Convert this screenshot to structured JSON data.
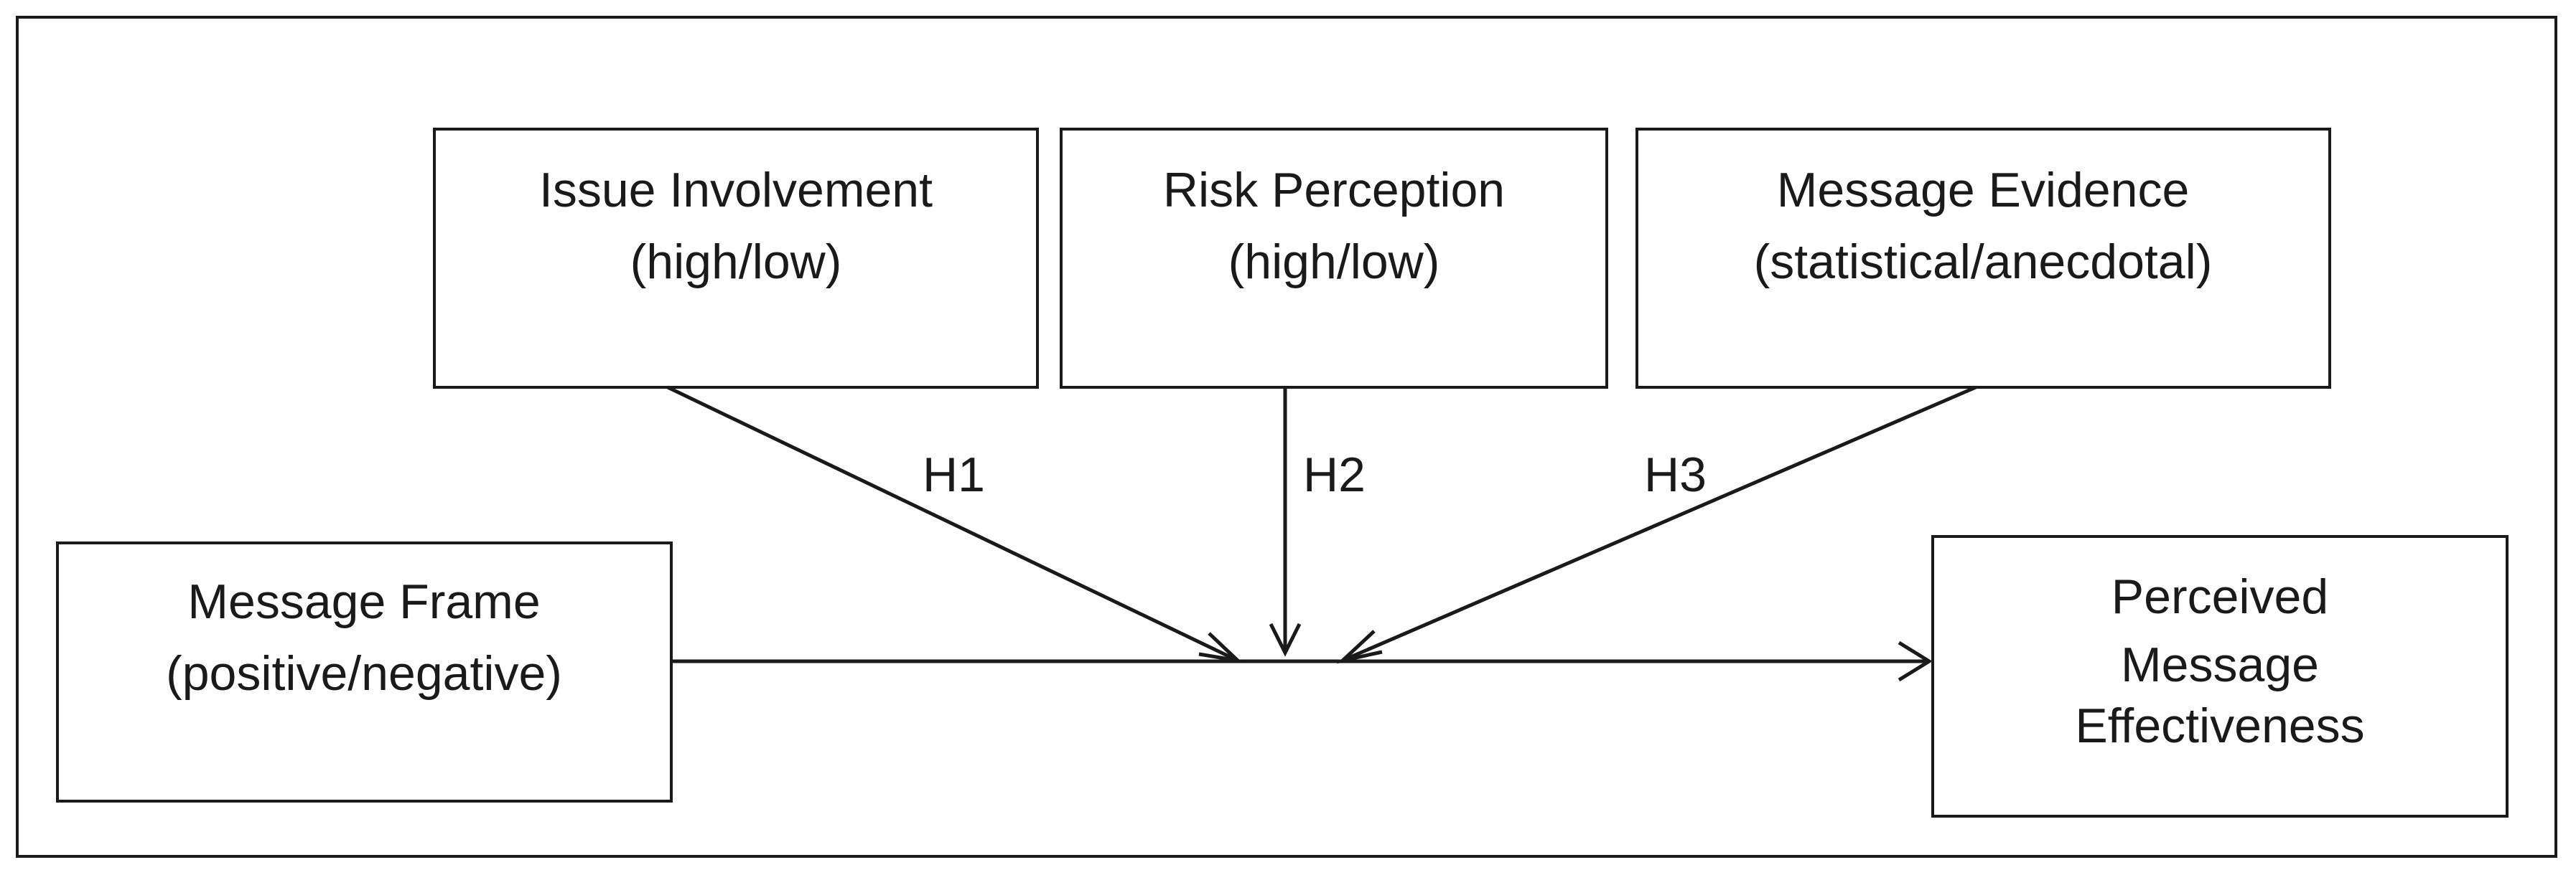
{
  "nodes": {
    "issue_involvement": {
      "line1": "Issue Involvement",
      "line2": "(high/low)"
    },
    "risk_perception": {
      "line1": "Risk Perception",
      "line2": "(high/low)"
    },
    "message_evidence": {
      "line1": "Message Evidence",
      "line2": "(statistical/anecdotal)"
    },
    "message_frame": {
      "line1": "Message Frame",
      "line2": "(positive/negative)"
    },
    "perceived_effectiveness": {
      "line1": "Perceived",
      "line2": "Message",
      "line3": "Effectiveness"
    }
  },
  "hypotheses": {
    "h1": "H1",
    "h2": "H2",
    "h3": "H3"
  },
  "colors": {
    "stroke": "#1a1a1a",
    "background": "#ffffff"
  }
}
